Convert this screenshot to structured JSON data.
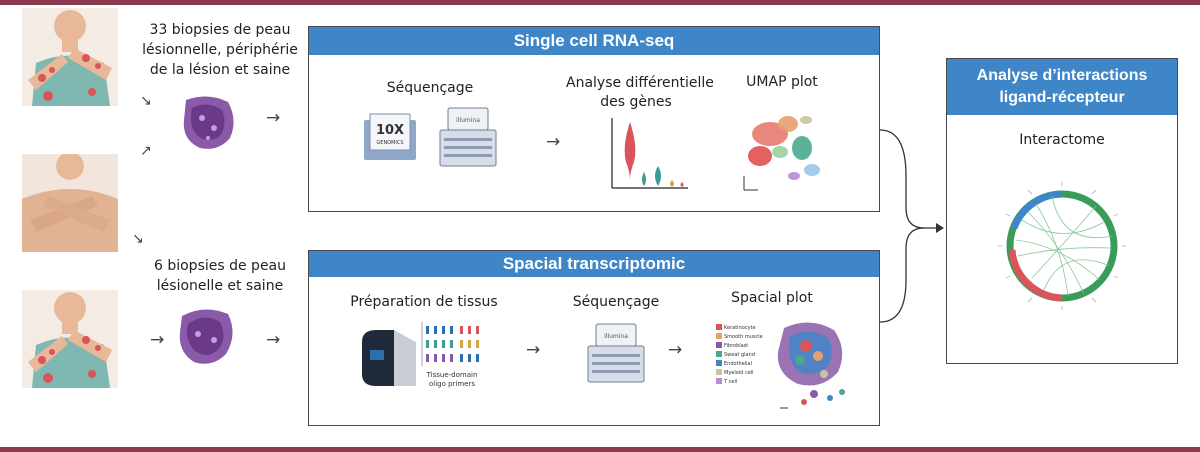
{
  "colors": {
    "rule": "#8b3a4f",
    "header": "#3f86c8",
    "skin": "#e8b898",
    "rash": "#d9555b",
    "shirt": "#7fb8b0",
    "tissue": "#7a4a9a"
  },
  "patients": {
    "group1_text": [
      "33 biopsies de peau",
      "lésionnelle, périphérie",
      "de la lésion et saine"
    ],
    "group2_text": [
      "6 biopsies de peau",
      "lésionelle et saine"
    ]
  },
  "scrna": {
    "title": "Single cell RNA-seq",
    "steps": {
      "sequencing": "Séquençage",
      "differential": [
        "Analyse différentielle",
        "des gènes"
      ],
      "umap": "UMAP plot"
    },
    "device_labels": {
      "tenx": "10X",
      "tenx_sub": "GENOMICS",
      "illumina": "illumina"
    }
  },
  "spatial": {
    "title": "Spacial transcriptomic",
    "steps": {
      "prep": "Préparation de tissus",
      "sequencing": "Séquençage",
      "plot": "Spacial plot"
    },
    "device_labels": {
      "primers": [
        "Tissue-domain",
        "oligo primers"
      ],
      "illumina": "illumina"
    },
    "legend": [
      "Keratinocyte",
      "Smooth muscle",
      "Fibroblast",
      "Sweat gland",
      "Endothelial",
      "Myeloid cell",
      "T cell"
    ]
  },
  "interactions": {
    "title": [
      "Analyse d’interactions",
      "ligand-récepteur"
    ],
    "subtitle": "Interactome"
  }
}
